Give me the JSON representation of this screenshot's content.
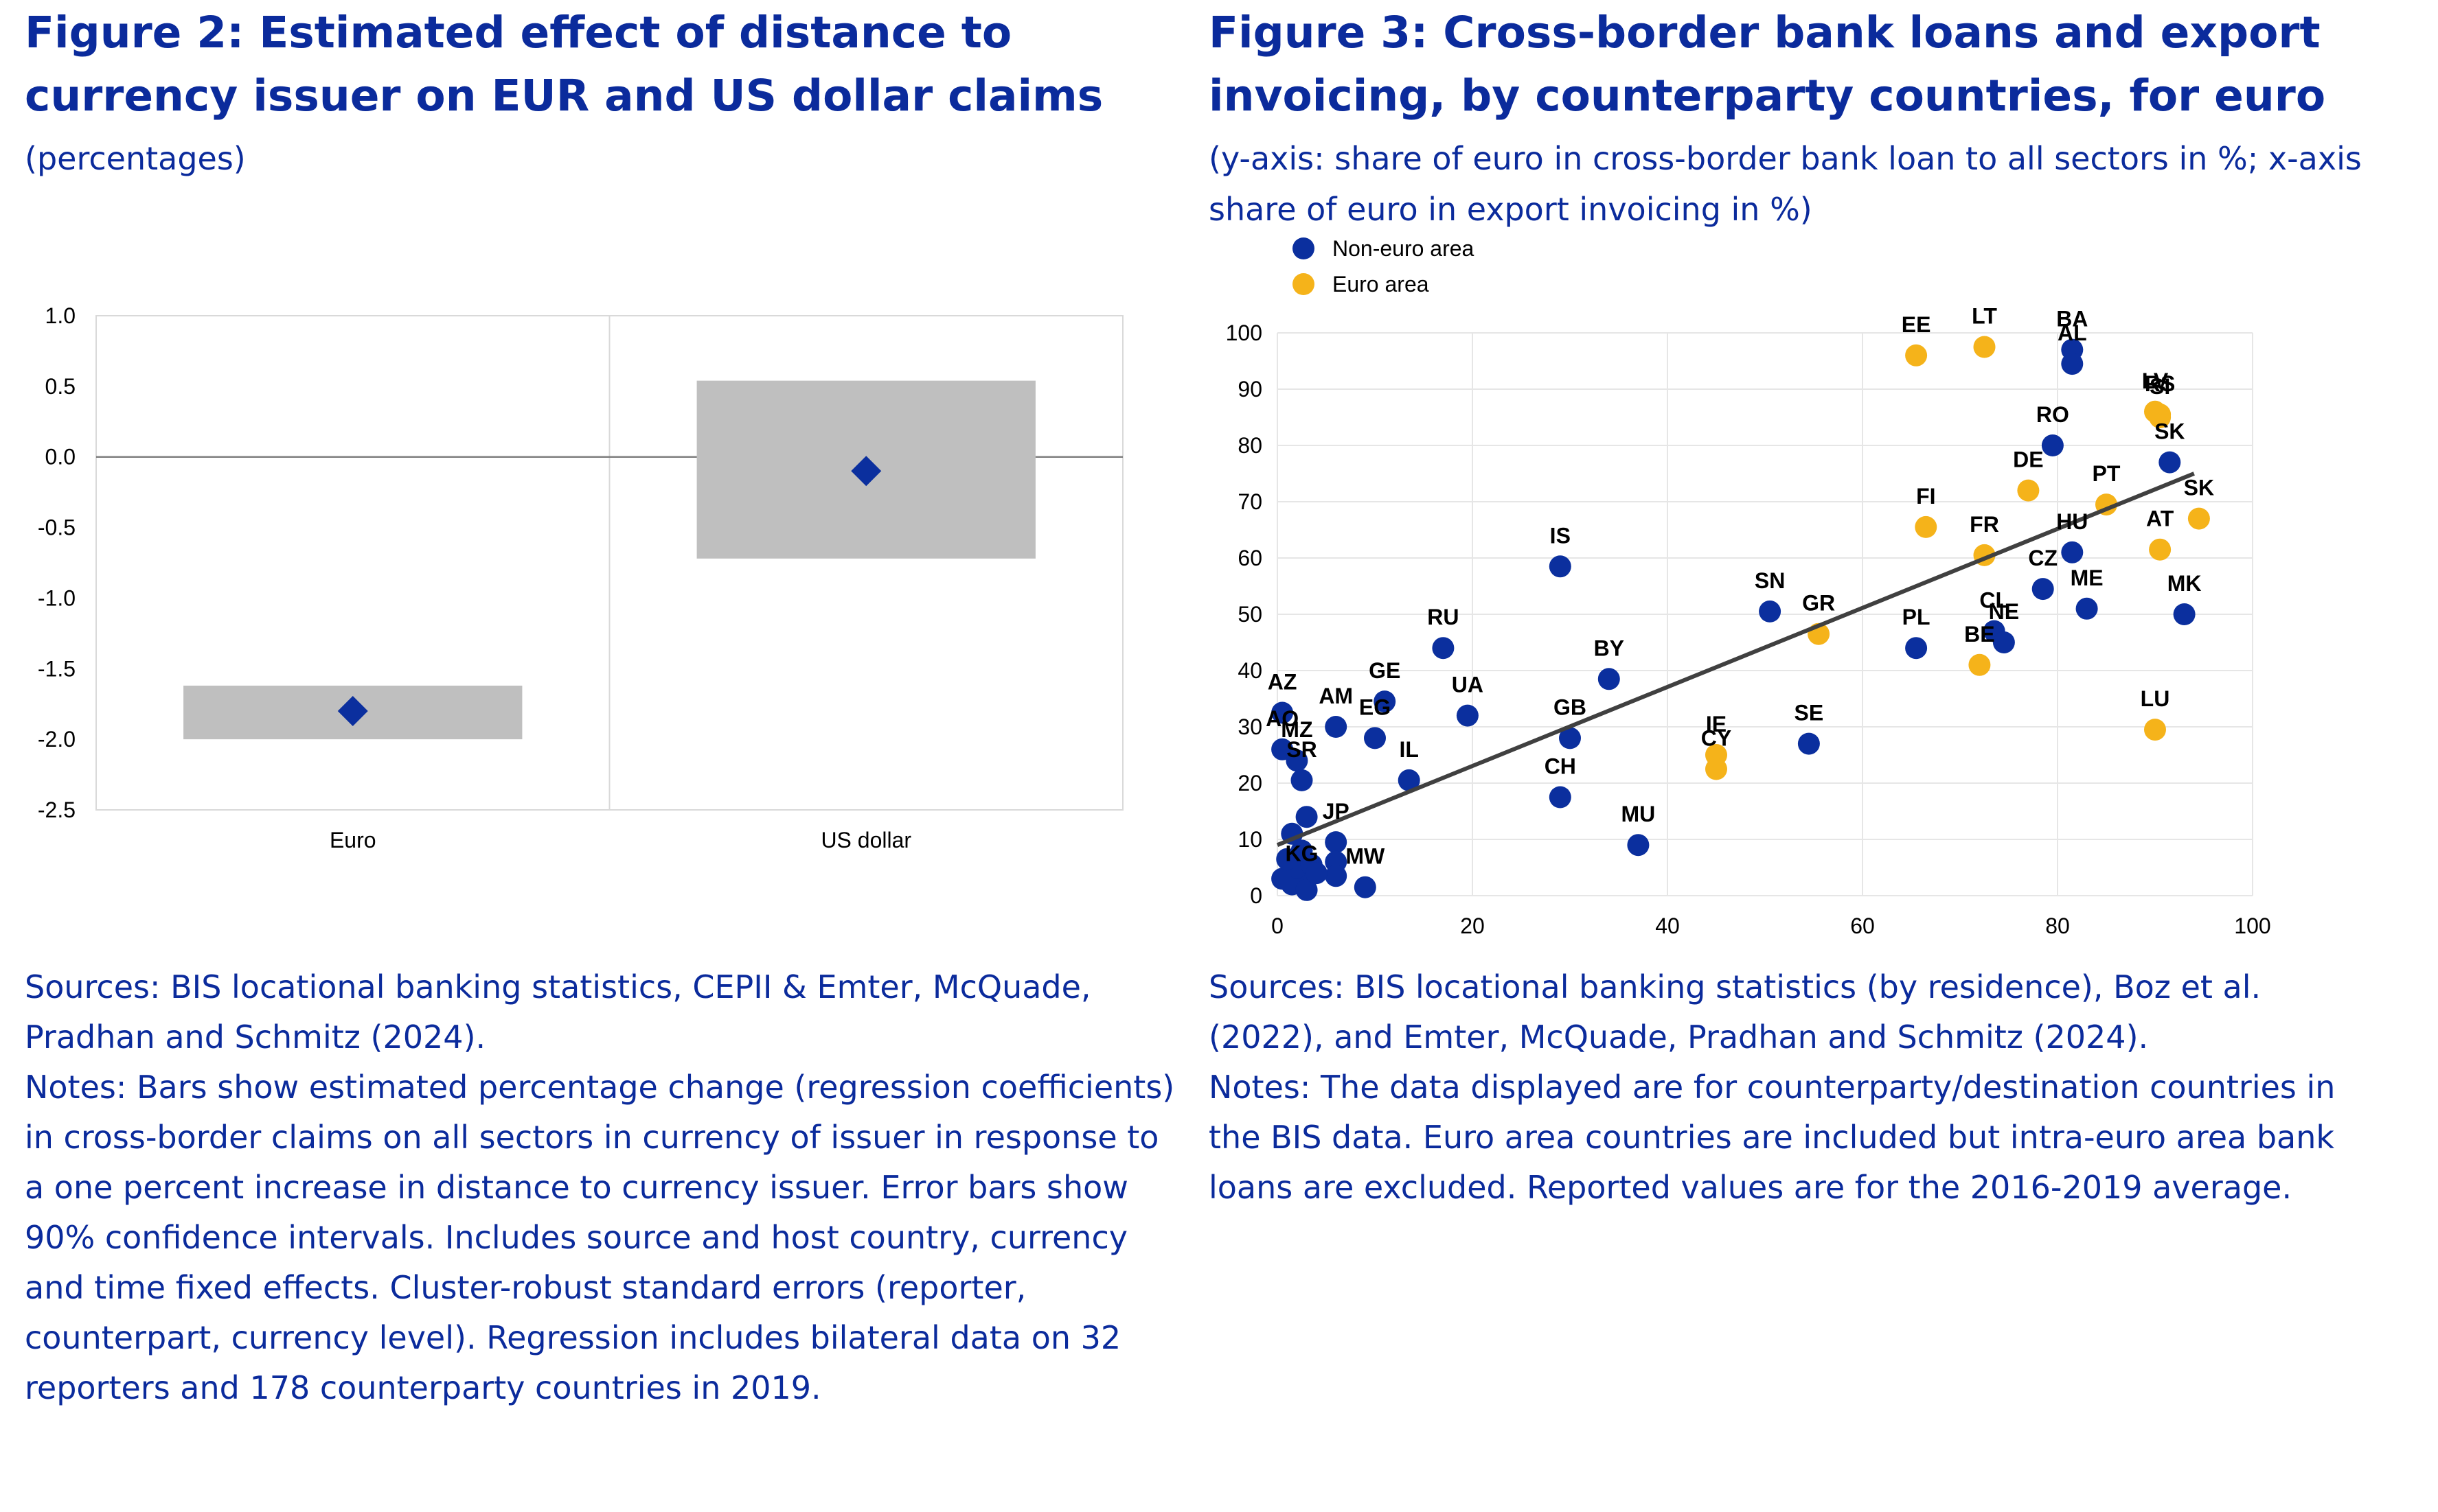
{
  "figure2": {
    "title": "Figure 2: Estimated effect of distance to currency issuer on EUR and US dollar claims",
    "subtitle": "(percentages)",
    "sources": "Sources: BIS locational banking statistics, CEPII & Emter, McQuade, Pradhan and Schmitz (2024).",
    "notes": "Notes: Bars show estimated percentage change (regression coefficients) in cross-border claims on all sectors in currency of issuer in response to a one percent increase in distance to currency issuer. Error bars show 90% confidence intervals. Includes source and host country, currency and time fixed effects. Cluster-robust standard errors (reporter, counterpart, currency level). Regression includes bilateral data on 32 reporters and 178 counterparty countries in 2019."
  },
  "figure3": {
    "title": "Figure 3: Cross-border bank loans and export invoicing, by counterparty countries, for euro",
    "subtitle": "(y-axis: share of euro in cross-border bank loan to all sectors in %; x-axis share of euro in export invoicing in %)",
    "sources": "Sources: BIS locational banking statistics (by residence), Boz et al. (2022), and Emter, McQuade, Pradhan and Schmitz (2024).",
    "notes": "Notes: The data displayed are for counterparty/destination countries in the BIS data. Euro area countries are included but intra-euro area bank loans are excluded. Reported values are for the 2016-2019 average."
  },
  "colors": {
    "title": "#0b2b9c",
    "non_euro": "#0b2f9e",
    "euro": "#f5b31a",
    "bar": "#bfbfbf",
    "diamond": "#0b2f9e",
    "trend": "#404040"
  },
  "chart_data": [
    {
      "type": "bar",
      "subtype": "floating range with point estimate",
      "categories": [
        "Euro",
        "US dollar"
      ],
      "values": [
        -1.8,
        -0.1
      ],
      "lower": [
        -2.0,
        -0.72
      ],
      "upper": [
        -1.62,
        0.54
      ],
      "ylim": [
        -2.5,
        1.0
      ],
      "yticks": [
        "1.0",
        "0.5",
        "0.0",
        "-0.5",
        "-1.0",
        "-1.5",
        "-2.0",
        "-2.5"
      ],
      "grid": "vertical divider only, zero line",
      "xlabel": "",
      "ylabel": ""
    },
    {
      "type": "scatter",
      "xlim": [
        0,
        100
      ],
      "ylim": [
        0,
        100
      ],
      "xticks": [
        "0",
        "20",
        "40",
        "60",
        "80",
        "100"
      ],
      "yticks": [
        "100",
        "90",
        "80",
        "70",
        "60",
        "50",
        "40",
        "30",
        "20",
        "10",
        "0"
      ],
      "legend_position": "top-left",
      "series": [
        {
          "name": "Non-euro area",
          "points": [
            {
              "label": "BA",
              "x": 81.5,
              "y": 97
            },
            {
              "label": "AL",
              "x": 81.5,
              "y": 94.5
            },
            {
              "label": "RO",
              "x": 79.5,
              "y": 80
            },
            {
              "label": "SK",
              "x": 91.5,
              "y": 77
            },
            {
              "label": "HU",
              "x": 81.5,
              "y": 61
            },
            {
              "label": "CZ",
              "x": 78.5,
              "y": 54.5
            },
            {
              "label": "ME",
              "x": 83,
              "y": 51
            },
            {
              "label": "MK",
              "x": 93,
              "y": 50
            },
            {
              "label": "CL",
              "x": 73.5,
              "y": 47
            },
            {
              "label": "NE",
              "x": 74.5,
              "y": 45
            },
            {
              "label": "PL",
              "x": 65.5,
              "y": 44
            },
            {
              "label": "SN",
              "x": 50.5,
              "y": 50.5
            },
            {
              "label": "SE",
              "x": 54.5,
              "y": 27
            },
            {
              "label": "IS",
              "x": 29,
              "y": 58.5
            },
            {
              "label": "BY",
              "x": 34,
              "y": 38.5
            },
            {
              "label": "GB",
              "x": 30,
              "y": 28
            },
            {
              "label": "CH",
              "x": 29,
              "y": 17.5
            },
            {
              "label": "MU",
              "x": 37,
              "y": 9
            },
            {
              "label": "RU",
              "x": 17,
              "y": 44
            },
            {
              "label": "UA",
              "x": 19.5,
              "y": 32
            },
            {
              "label": "GE",
              "x": 11,
              "y": 34.5
            },
            {
              "label": "EG",
              "x": 10,
              "y": 28
            },
            {
              "label": "AM",
              "x": 6,
              "y": 30
            },
            {
              "label": "IL",
              "x": 13.5,
              "y": 20.5
            },
            {
              "label": "AZ",
              "x": 0.5,
              "y": 32.5
            },
            {
              "label": "AO",
              "x": 0.5,
              "y": 26
            },
            {
              "label": "MZ",
              "x": 2,
              "y": 24
            },
            {
              "label": "SR",
              "x": 2.5,
              "y": 20.5
            },
            {
              "label": "JP",
              "x": 6,
              "y": 9.5
            },
            {
              "label": "MW",
              "x": 9,
              "y": 1.5
            },
            {
              "label": "KG",
              "x": 2.5,
              "y": 2
            },
            {
              "label": "",
              "x": 0.5,
              "y": 3
            },
            {
              "label": "",
              "x": 1.5,
              "y": 2
            },
            {
              "label": "",
              "x": 2,
              "y": 5
            },
            {
              "label": "",
              "x": 3,
              "y": 1
            },
            {
              "label": "",
              "x": 3.5,
              "y": 5.5
            },
            {
              "label": "",
              "x": 6,
              "y": 6
            },
            {
              "label": "",
              "x": 6,
              "y": 3.5
            },
            {
              "label": "",
              "x": 1,
              "y": 6.5
            },
            {
              "label": "",
              "x": 4,
              "y": 4
            },
            {
              "label": "",
              "x": 2.5,
              "y": 8
            },
            {
              "label": "",
              "x": 1.5,
              "y": 11
            },
            {
              "label": "",
              "x": 3,
              "y": 14
            }
          ]
        },
        {
          "name": "Euro area",
          "points": [
            {
              "label": "EE",
              "x": 65.5,
              "y": 96
            },
            {
              "label": "LT",
              "x": 72.5,
              "y": 97.5
            },
            {
              "label": "LV",
              "x": 90,
              "y": 86
            },
            {
              "label": "SI",
              "x": 90.5,
              "y": 85
            },
            {
              "label": "RS",
              "x": 90.5,
              "y": 85.5
            },
            {
              "label": "DE",
              "x": 77,
              "y": 72
            },
            {
              "label": "PT",
              "x": 85,
              "y": 69.5
            },
            {
              "label": "AT",
              "x": 90.5,
              "y": 61.5
            },
            {
              "label": "SK",
              "x": 94.5,
              "y": 67
            },
            {
              "label": "FI",
              "x": 66.5,
              "y": 65.5
            },
            {
              "label": "FR",
              "x": 72.5,
              "y": 60.5
            },
            {
              "label": "BE",
              "x": 72,
              "y": 41
            },
            {
              "label": "GR",
              "x": 55.5,
              "y": 46.5
            },
            {
              "label": "IE",
              "x": 45,
              "y": 25
            },
            {
              "label": "CY",
              "x": 45,
              "y": 22.5
            },
            {
              "label": "LU",
              "x": 90,
              "y": 29.5
            }
          ]
        }
      ],
      "trendline": {
        "x": [
          0,
          94
        ],
        "y": [
          9,
          75
        ]
      }
    }
  ]
}
